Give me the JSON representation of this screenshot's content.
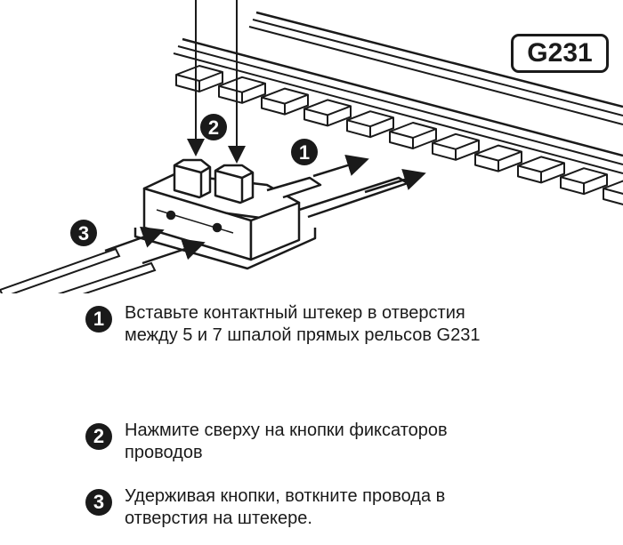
{
  "model_badge": "G231",
  "diagram_labels": [
    "1",
    "2",
    "3"
  ],
  "steps": [
    {
      "number": "1",
      "lines": [
        "Вставьте контактный штекер в отверстия",
        "между 5 и 7 шпалой прямых рельсов G231"
      ]
    },
    {
      "number": "2",
      "lines": [
        "Нажмите сверху на кнопки фиксаторов",
        "проводов"
      ]
    },
    {
      "number": "3",
      "lines": [
        "Удерживая кнопки, воткните провода в",
        "отверстия на штекере."
      ]
    }
  ],
  "colors": {
    "ink": "#1a1a1a",
    "shade": "#c8c8c8",
    "paper": "#ffffff"
  }
}
